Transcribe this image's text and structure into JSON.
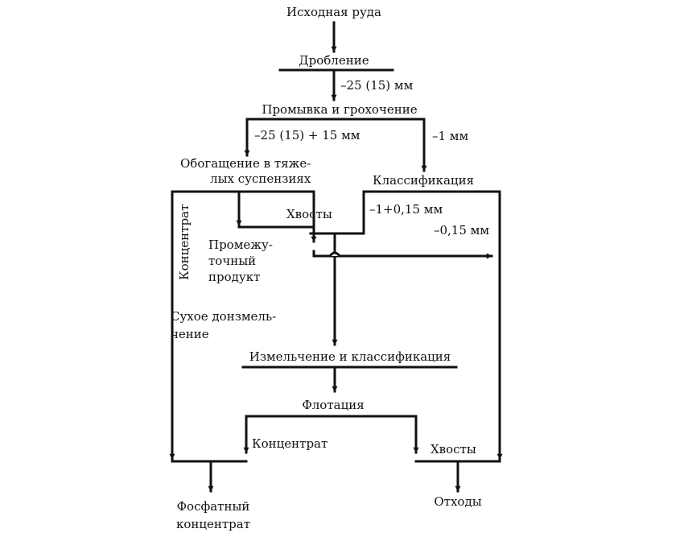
{
  "nodes": {
    "ore": "Исходная руда",
    "crushing": "Дробление",
    "washing": "Промывка и грохочение",
    "heavy_media": "Обогащение в тяже-\nлых суспензиях",
    "classification": "Классификация",
    "tails1": "Хвосты",
    "middling": "Промежу-\nточный\nпродукт",
    "dry_grinding": "Сухое донзмель-\nчение",
    "grinding_classification": "Измельчение и классификация",
    "flotation": "Флотация",
    "concentrate_label": "Концентрат",
    "tails2": "Хвосты",
    "phosphate": "Фосфатный\nконцентрат",
    "waste": "Отходы"
  },
  "streams": {
    "crushed": "–25 (15) мм",
    "coarse": "–25 (15) + 15 мм",
    "fine_1mm": "–1 мм",
    "fraction_1_015": "–1+0,15 мм",
    "fraction_015": "–0,15 мм",
    "concentrate_vertical": "Концентрат"
  }
}
